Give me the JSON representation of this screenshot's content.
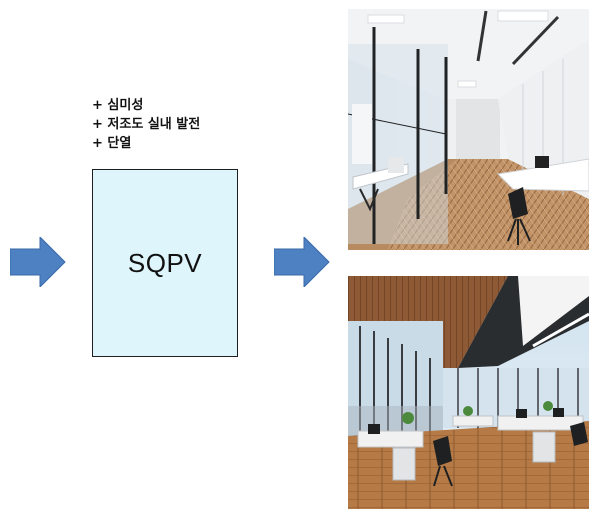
{
  "diagram": {
    "features": [
      "+ 심미성",
      "+ 저조도 실내 발전",
      "+ 단열"
    ],
    "box_label": "SQPV",
    "arrow_color": "#4e81c2",
    "box_fill": "#ddf5fb"
  },
  "photos": [
    {
      "name": "office-corridor-photo"
    },
    {
      "name": "open-office-photo"
    }
  ]
}
